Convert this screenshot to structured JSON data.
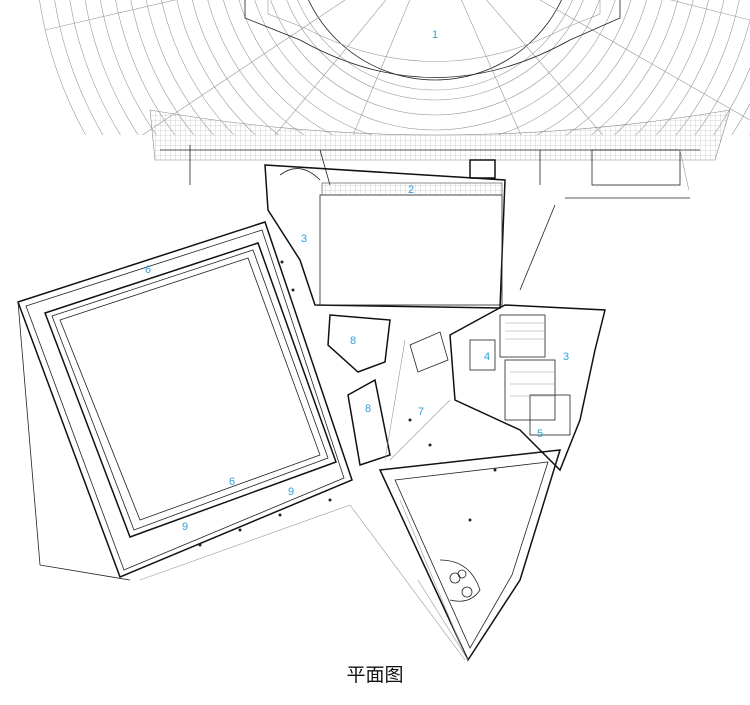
{
  "caption": "平面图",
  "room_labels": [
    "1",
    "2",
    "3",
    "4",
    "5",
    "6",
    "7",
    "8",
    "9"
  ],
  "colors": {
    "label": "#2f9fd8",
    "line": "#222222",
    "light_line": "#999999",
    "background": "#ffffff"
  }
}
